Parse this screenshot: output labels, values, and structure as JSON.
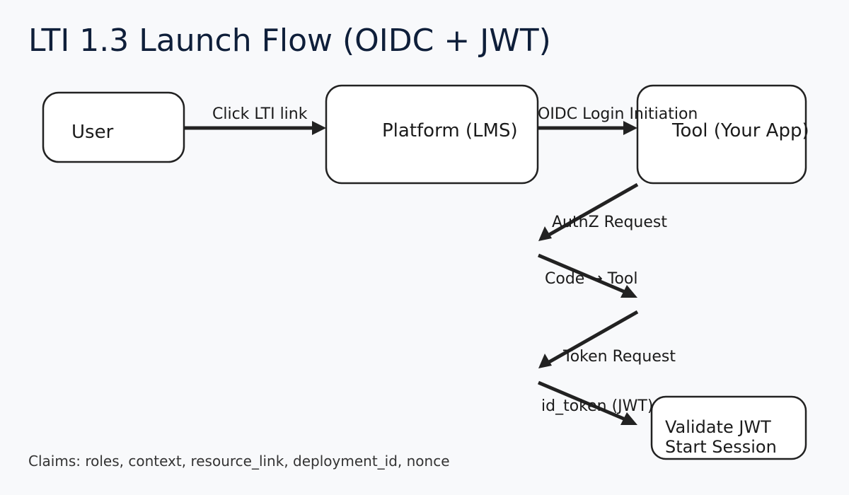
{
  "title": "LTI 1.3 Launch Flow (OIDC + JWT)",
  "nodes": {
    "user": "User",
    "platform": "Platform (LMS)",
    "tool": "Tool (Your App)",
    "validate": [
      "Validate JWT",
      "Start Session"
    ]
  },
  "edges": {
    "click_lti_link": "Click LTI link",
    "oidc_login_initiation": "OIDC Login Initiation",
    "authz_request": "AuthZ Request",
    "code_to_tool": "Code → Tool",
    "token_request": "Token Request",
    "id_token": "id_token (JWT)"
  },
  "footnote": "Claims: roles, context, resource_link, deployment_id, nonce"
}
